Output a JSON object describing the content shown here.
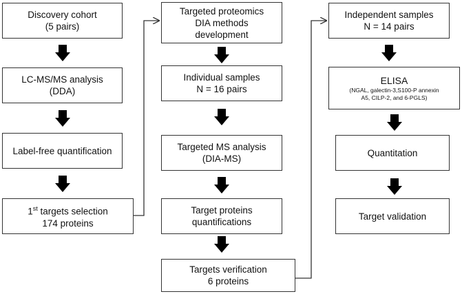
{
  "col1": {
    "discovery": {
      "line1": "Discovery cohort",
      "line2": "(5 pairs)"
    },
    "lcms": {
      "line1": "LC-MS/MS analysis",
      "line2": "(DDA)"
    },
    "labelfree": {
      "line1": "Label-free quantification"
    },
    "targets1": {
      "line1_pre": "1",
      "line1_sup": "st",
      "line1_post": " targets selection",
      "line2": "174 proteins"
    }
  },
  "col2": {
    "proteomics": {
      "line1": "Targeted proteomics",
      "line2": "DIA methods",
      "line3": "development"
    },
    "individual": {
      "line1": "Individual samples",
      "line2": "N = 16 pairs"
    },
    "targetedms": {
      "line1": "Targeted MS analysis",
      "line2": "(DIA-MS)"
    },
    "quant": {
      "line1": "Target proteins",
      "line2": "quantifications"
    },
    "verification": {
      "line1": "Targets verification",
      "line2": "6 proteins"
    }
  },
  "col3": {
    "independent": {
      "line1": "Independent samples",
      "line2": "N = 14 pairs"
    },
    "elisa": {
      "title": "ELISA",
      "line1": "(NGAL, galectin-3,S100-P annexin",
      "line2": "A5, CILP-2, and 6-PGLS)"
    },
    "quantitation": {
      "line1": "Quantitation"
    },
    "validation": {
      "line1": "Target validation"
    }
  }
}
